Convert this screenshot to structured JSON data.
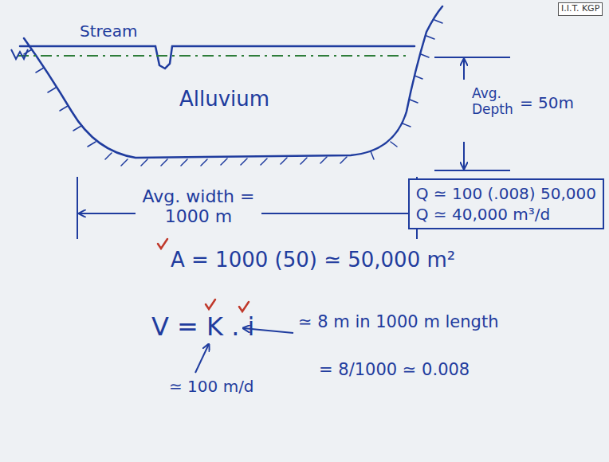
{
  "diagram": {
    "nodes": [
      {
        "text": [
          "Q ≃ 100 (.008) 50,000",
          "Q ≃ 40,000 m³/d"
        ]
      }
    ],
    "labels": [
      "I.I.T. KGP",
      "Stream",
      "Alluvium",
      "Avg. Depth",
      "= 50m",
      "Avg. width = 1000 m",
      "A = 1000 (50) ≃ 50,000 m²",
      "V = K . i",
      "≃ 100 m/d",
      "≃ 8 m in 1000 m length",
      "= 8/1000 ≃ 0.008"
    ]
  }
}
